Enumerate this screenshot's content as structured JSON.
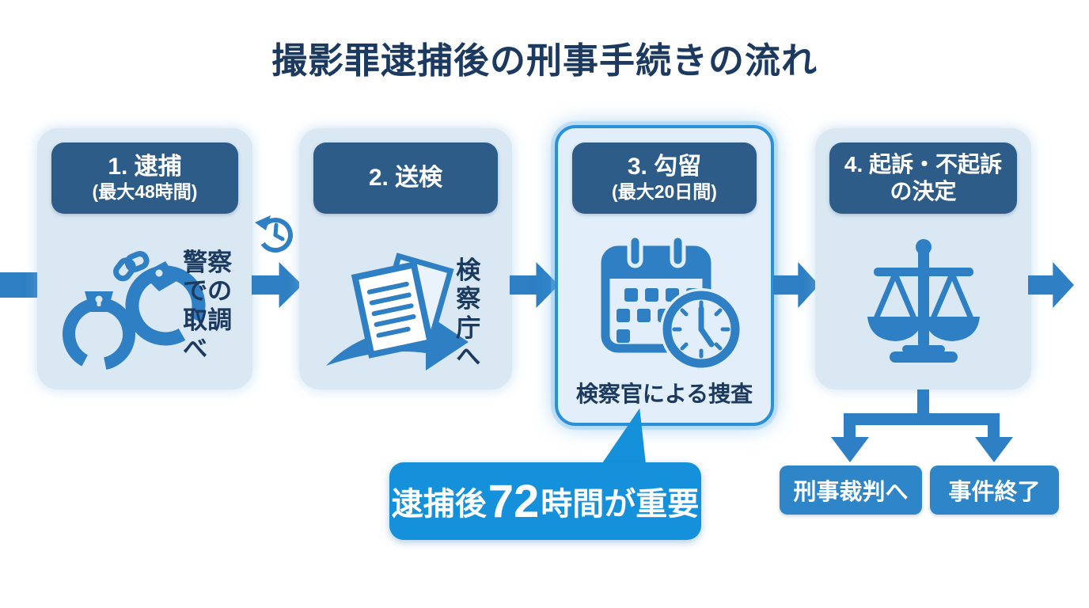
{
  "title": "撮影罪逮捕後の刑事手続きの流れ",
  "steps": [
    {
      "label": "1. 逮捕",
      "sublabel": "(最大48時間)",
      "note": "警察での取調べ",
      "icon": "handcuffs-icon",
      "highlighted": false
    },
    {
      "label": "2. 送検",
      "sublabel": "",
      "note": "検察庁へ",
      "icon": "documents-send-icon",
      "highlighted": false
    },
    {
      "label": "3. 勾留",
      "sublabel": "(最大20日間)",
      "note": "検察官による捜査",
      "icon": "calendar-clock-icon",
      "highlighted": true
    },
    {
      "label": "4. 起訴・不起訴",
      "sublabel": "の決定",
      "note": "",
      "icon": "scales-of-justice-icon",
      "highlighted": false
    }
  ],
  "callout": {
    "prefix": "逮捕後",
    "number": "72",
    "suffix": "時間が重要"
  },
  "outcomes": [
    {
      "label": "刑事裁判へ"
    },
    {
      "label": "事件終了"
    }
  ],
  "colors": {
    "title_text": "#1c3a60",
    "header_fill": "#2e5c88",
    "box_fill": "#d9e8f3",
    "highlight_fill": "#e2effa",
    "highlight_border": "#2a91d8",
    "accent_blue": "#2e7fc3",
    "callout_fill": "#1591dc",
    "outcome_fill": "#2e86c8"
  }
}
